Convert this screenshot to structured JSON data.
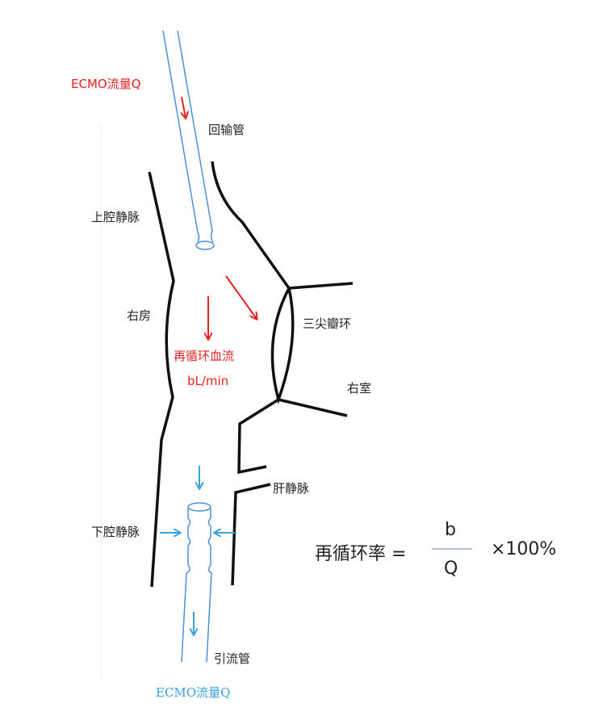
{
  "labels": {
    "ecmo_flow_top": "ECMO流量Q",
    "return_cannula": "回输管",
    "svc": "上腔静脉",
    "right_atrium": "右房",
    "tricuspid_annulus": "三尖瓣环",
    "recirculation_flow": "再循环血流",
    "recirculation_value": "bL/min",
    "right_ventricle": "右室",
    "hepatic_vein": "肝静脉",
    "ivc": "下腔静脉",
    "drainage_cannula": "引流管",
    "ecmo_flow_bottom": "ECMO流量Q"
  },
  "formula": {
    "lhs": "再循环率 =",
    "numerator": "b",
    "denominator": "Q",
    "multiplier": "×100%"
  },
  "colors": {
    "wall": "#111111",
    "cannula": "#4a90d9",
    "flow_red": "#e8231f",
    "flow_blue": "#3aa3dc"
  }
}
